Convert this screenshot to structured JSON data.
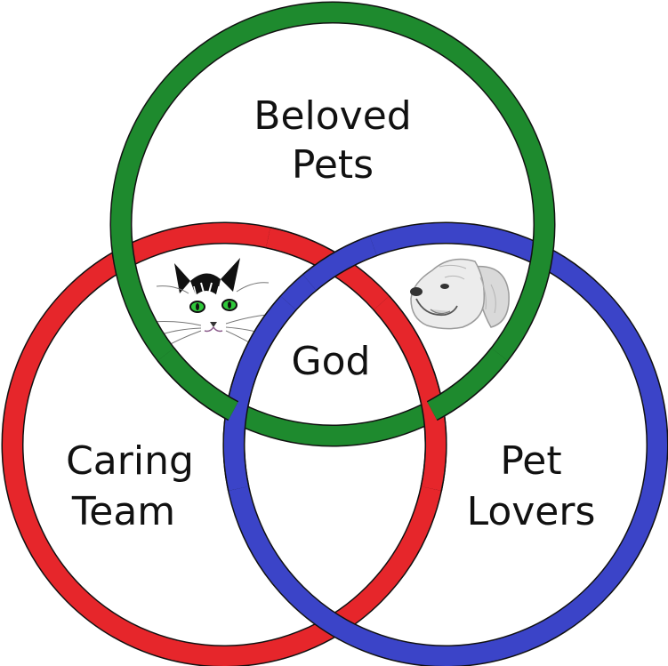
{
  "diagram": {
    "circles": [
      {
        "id": "top",
        "label_lines": [
          "Beloved",
          "Pets"
        ],
        "color": "#1e8a2e"
      },
      {
        "id": "left",
        "label_lines": [
          "Caring",
          "Team"
        ],
        "color": "#e6262b"
      },
      {
        "id": "right",
        "label_lines": [
          "Pet",
          "Lovers"
        ],
        "color": "#3b44c8"
      }
    ],
    "center_label": "God",
    "illustrations": [
      {
        "name": "cat-face-illustration",
        "fur": "#111111",
        "eyes": "#2ec93a"
      },
      {
        "name": "dog-face-illustration",
        "fur": "#9a9a9a"
      }
    ],
    "ring_outline_color": "#111111"
  }
}
